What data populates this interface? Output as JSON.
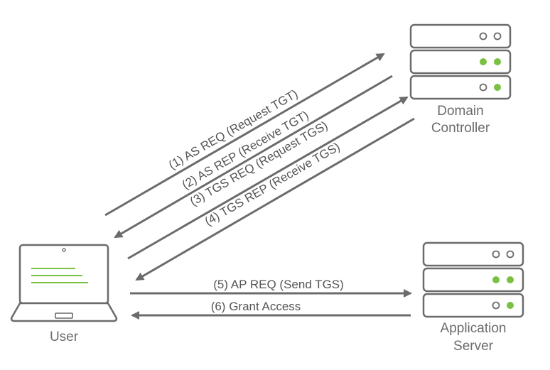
{
  "nodes": {
    "domain_controller": {
      "label_line1": "Domain",
      "label_line2": "Controller"
    },
    "user": {
      "label": "User"
    },
    "application_server": {
      "label_line1": "Application",
      "label_line2": "Server"
    }
  },
  "messages": [
    {
      "text": "(1) AS REQ (Request TGT)"
    },
    {
      "text": "(2) AS REP (Receive TGT)"
    },
    {
      "text": "(3) TGS REQ (Request TGS)"
    },
    {
      "text": "(4) TGS REP (Receive TGS)"
    },
    {
      "text": "(5) AP REQ (Send TGS)"
    },
    {
      "text": "(6) Grant Access"
    }
  ],
  "colors": {
    "line": "#6b6b6b",
    "accent_green": "#7ac143",
    "label": "#6b6b6b"
  },
  "icons": [
    "server-rack-icon",
    "laptop-icon",
    "server-rack-icon"
  ]
}
